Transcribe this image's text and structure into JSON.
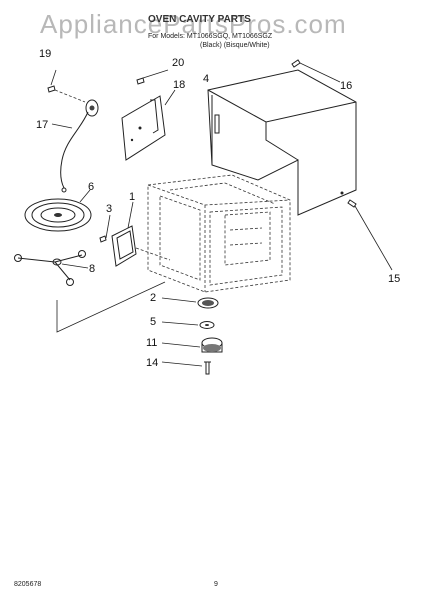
{
  "watermark": "AppliancePartsPros.com",
  "header": {
    "title": "OVEN CAVITY PARTS",
    "line1": "For Models: MT1066SGQ, MT1066SGZ",
    "line2": "(Black)   (Bisque/White)"
  },
  "callouts": {
    "c1": "1",
    "c2": "2",
    "c3": "3",
    "c4": "4",
    "c5": "5",
    "c6": "6",
    "c8": "8",
    "c11": "11",
    "c14": "14",
    "c15": "15",
    "c16": "16",
    "c17": "17",
    "c18": "18",
    "c19": "19",
    "c20": "20"
  },
  "footer": {
    "doc_number": "8205678",
    "page": "9"
  }
}
